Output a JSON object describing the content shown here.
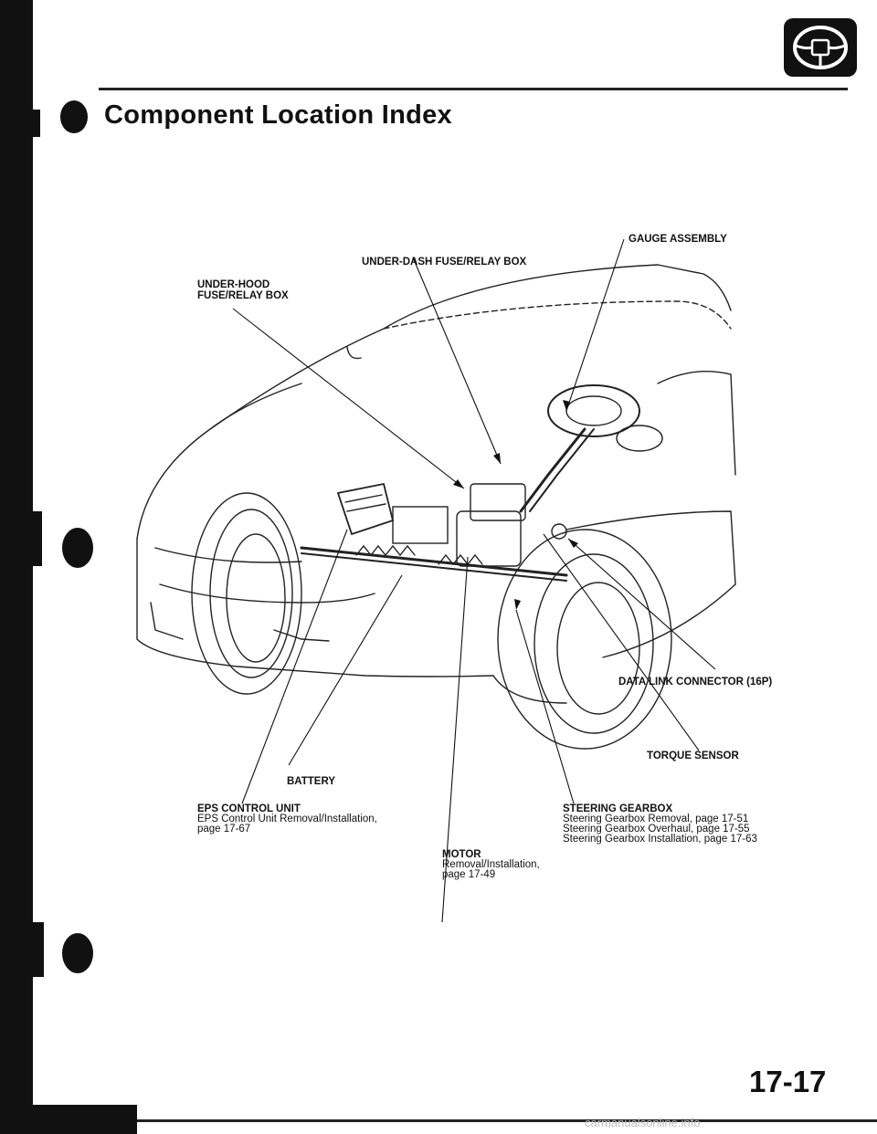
{
  "page": {
    "title": "Component Location Index",
    "page_number": "17-17",
    "watermark": "carmanualsonline.info"
  },
  "callouts": {
    "gauge_assembly": "GAUGE ASSEMBLY",
    "under_dash_box": "UNDER-DASH FUSE/RELAY BOX",
    "under_hood_box_line1": "UNDER-HOOD",
    "under_hood_box_line2": "FUSE/RELAY BOX",
    "data_link_connector": "DATA LINK CONNECTOR (16P)",
    "torque_sensor": "TORQUE SENSOR",
    "battery": "BATTERY",
    "eps_control_unit": {
      "name": "EPS CONTROL UNIT",
      "ref1": "EPS Control Unit Removal/Installation,",
      "ref2": "page 17-67"
    },
    "steering_gearbox": {
      "name": "STEERING GEARBOX",
      "ref1": "Steering Gearbox Removal, page 17-51",
      "ref2": "Steering Gearbox Overhaul, page 17-55",
      "ref3": "Steering Gearbox Installation, page 17-63"
    },
    "motor": {
      "name": "MOTOR",
      "ref1": "Removal/Installation,",
      "ref2": "page 17-49"
    }
  },
  "icons": {
    "section_icon": "steering-wheel-icon"
  }
}
